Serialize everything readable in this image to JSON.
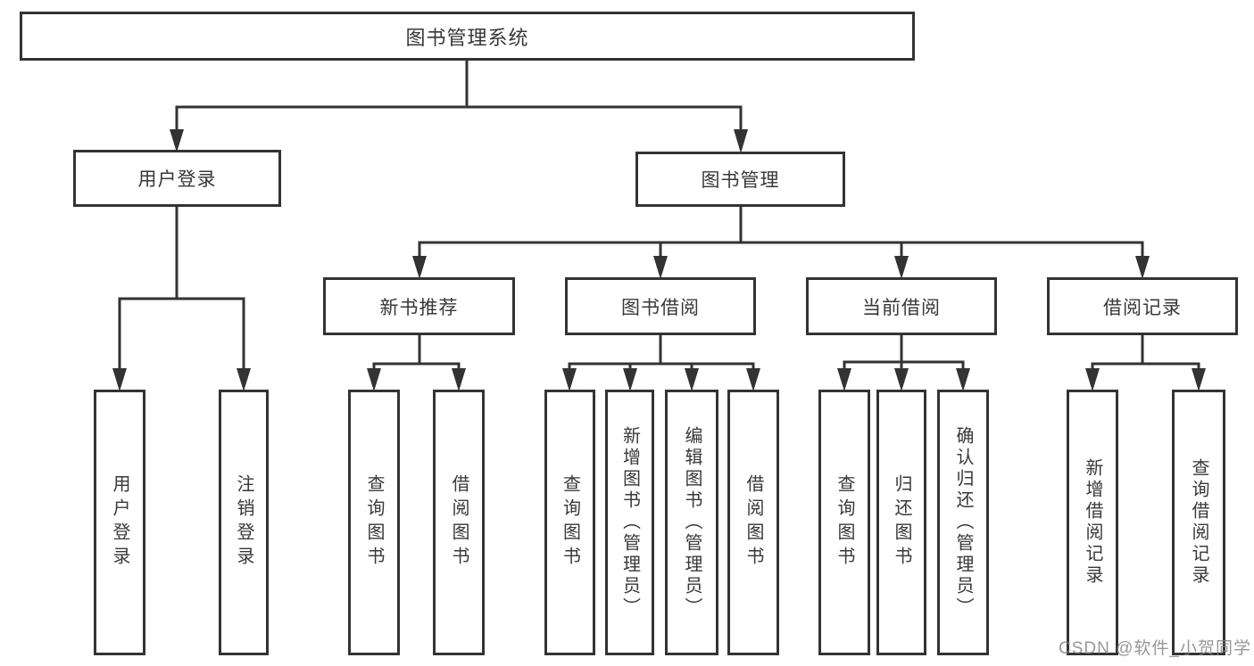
{
  "tree": {
    "root": {
      "label": "图书管理系统"
    },
    "branches": [
      {
        "label": "用户登录",
        "children": [
          {
            "label": "用户登录"
          },
          {
            "label": "注销登录"
          }
        ]
      },
      {
        "label": "图书管理",
        "children": [
          {
            "label": "新书推荐",
            "children": [
              {
                "label": "查询图书"
              },
              {
                "label": "借阅图书"
              }
            ]
          },
          {
            "label": "图书借阅",
            "children": [
              {
                "label": "查询图书"
              },
              {
                "label": "新增图书（管理员）"
              },
              {
                "label": "编辑图书（管理员）"
              },
              {
                "label": "借阅图书"
              }
            ]
          },
          {
            "label": "当前借阅",
            "children": [
              {
                "label": "查询图书"
              },
              {
                "label": "归还图书"
              },
              {
                "label": "确认归还（管理员）"
              }
            ]
          },
          {
            "label": "借阅记录",
            "children": [
              {
                "label": "新增借阅记录"
              },
              {
                "label": "查询借阅记录"
              }
            ]
          }
        ]
      }
    ]
  },
  "watermark": {
    "text": "CSDN @软件_小贺同学"
  },
  "colors": {
    "line": "#333333",
    "box_border": "#333333",
    "box_fill": "#ffffff",
    "text": "#383838",
    "watermark": "#808080"
  }
}
